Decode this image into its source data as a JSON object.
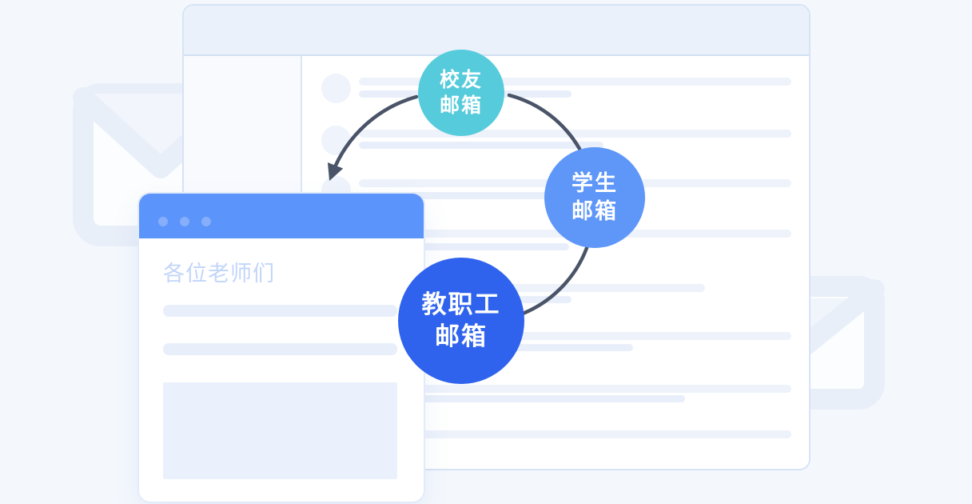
{
  "canvas": {
    "background_color": "#F4F8FD"
  },
  "bubbles": {
    "alumni": {
      "line1": "校友",
      "line2": "邮箱",
      "color": "#55CBDB"
    },
    "student": {
      "line1": "学生",
      "line2": "邮箱",
      "color": "#5E97F8"
    },
    "staff": {
      "line1": "教职工",
      "line2": "邮箱",
      "color": "#2F63ED"
    }
  },
  "compose_window": {
    "title": "各位老师们",
    "header_color": "#5B94FA",
    "title_color": "#C2D6F9"
  },
  "mail_window": {
    "header_color": "#EAF1FB",
    "skeleton_color": "#EDF2FB"
  },
  "flow": {
    "arrow_color": "#4A5468"
  }
}
